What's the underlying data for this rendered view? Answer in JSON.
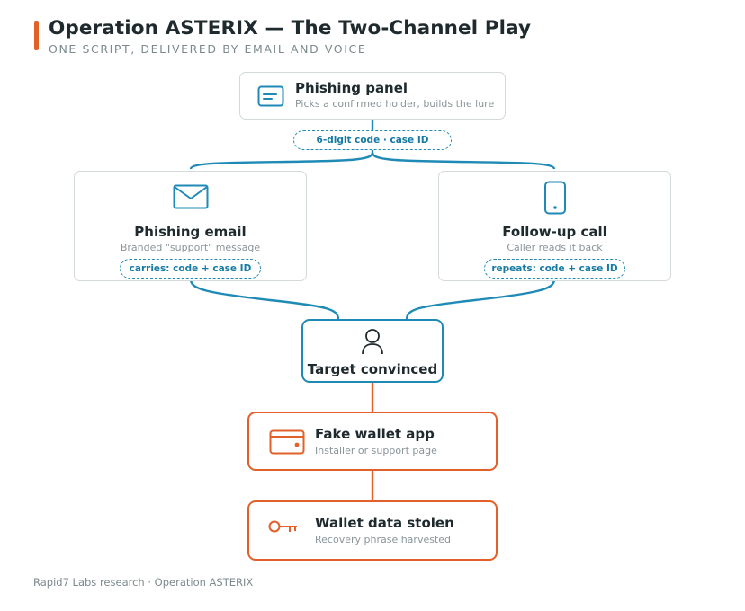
{
  "header": {
    "title": "Operation ASTERIX — The Two-Channel Play",
    "subtitle": "ONE SCRIPT, DELIVERED BY EMAIL AND VOICE"
  },
  "nodes": {
    "panel": {
      "title": "Phishing panel",
      "subtitle": "Picks a confirmed holder, builds the lure",
      "icon": "panel-icon"
    },
    "email": {
      "title": "Phishing email",
      "subtitle": "Branded \"support\" message",
      "icon": "envelope-icon"
    },
    "call": {
      "title": "Follow-up call",
      "subtitle": "Caller reads it back",
      "icon": "phone-icon"
    },
    "target": {
      "title": "Target convinced",
      "icon": "person-icon"
    },
    "wallet": {
      "title": "Fake wallet app",
      "subtitle": "Installer or support page",
      "icon": "wallet-icon"
    },
    "stolen": {
      "title": "Wallet data stolen",
      "subtitle": "Recovery phrase harvested",
      "icon": "key-icon"
    }
  },
  "tags": {
    "panel": "6-digit code · case ID",
    "email": "carries: code + case ID",
    "call": "repeats: code + case ID"
  },
  "footer": "Rapid7 Labs research · Operation ASTERIX",
  "colors": {
    "accent": "#e2612a",
    "channel": "#1f8ab5",
    "border": "#d4d9db"
  }
}
